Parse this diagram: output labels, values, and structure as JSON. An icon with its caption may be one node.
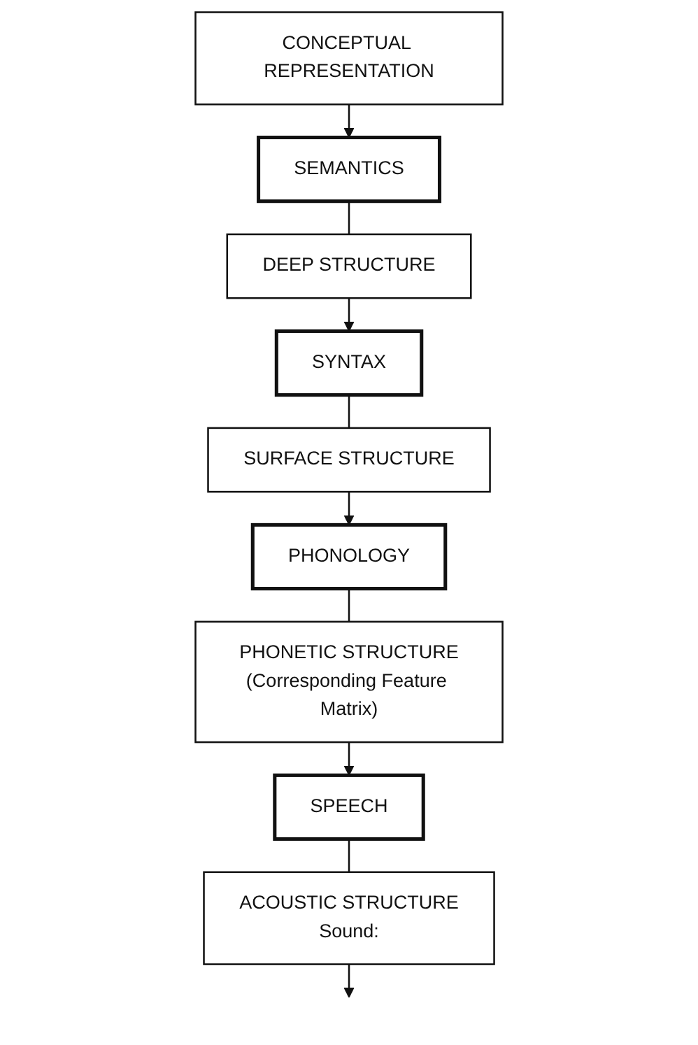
{
  "diagram": {
    "nodes": [
      {
        "text": [
          "CONCEPTUAL REPRESENTATION"
        ]
      },
      {
        "text": [
          "SEMANTICS"
        ]
      },
      {
        "text": [
          "DEEP STRUCTURE"
        ]
      },
      {
        "text": [
          "SYNTAX"
        ]
      },
      {
        "text": [
          "SURFACE STRUCTURE"
        ]
      },
      {
        "text": [
          "PHONOLOGY"
        ]
      },
      {
        "text": [
          "PHONETIC STRUCTURE",
          "(Corresponding Feature Matrix)"
        ]
      },
      {
        "text": [
          "SPEECH"
        ]
      },
      {
        "text": [
          "ACOUSTIC STRUCTURE",
          "Sound:"
        ]
      }
    ],
    "edges": [
      {
        "from": 0,
        "to": 1,
        "arrow": "to"
      },
      {
        "from": 1,
        "to": 2,
        "arrow": "none"
      },
      {
        "from": 2,
        "to": 3,
        "arrow": "to"
      },
      {
        "from": 3,
        "to": 4,
        "arrow": "none"
      },
      {
        "from": 4,
        "to": 5,
        "arrow": "to"
      },
      {
        "from": 5,
        "to": 6,
        "arrow": "none"
      },
      {
        "from": 6,
        "to": 7,
        "arrow": "to"
      },
      {
        "from": 7,
        "to": 8,
        "arrow": "none"
      },
      {
        "from": 8,
        "to": null,
        "arrow": "to"
      }
    ]
  }
}
